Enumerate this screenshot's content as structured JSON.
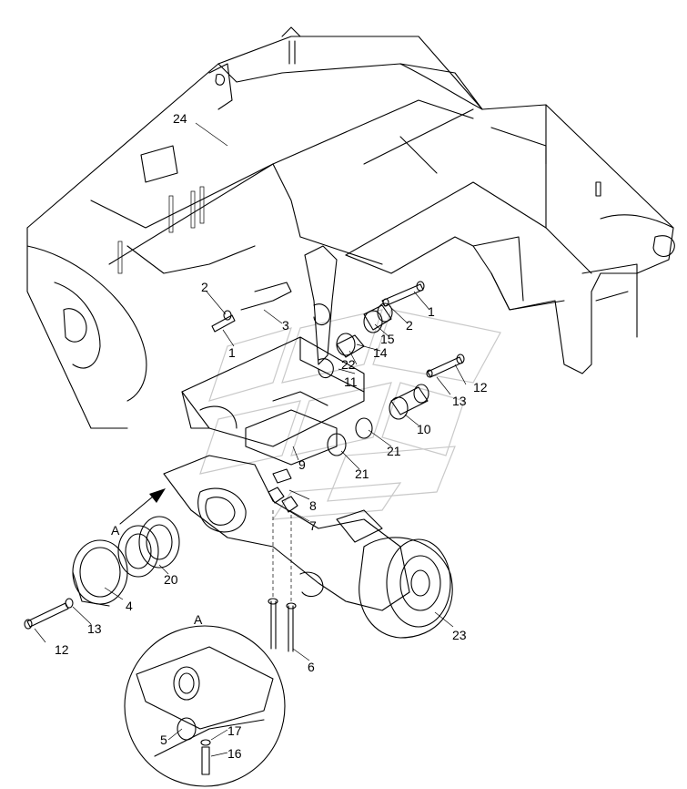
{
  "labels": {
    "l1a": "1",
    "l1b": "1",
    "l2a": "2",
    "l2b": "2",
    "l3": "3",
    "l4": "4",
    "l5": "5",
    "l6": "6",
    "l7": "7",
    "l8": "8",
    "l9": "9",
    "l10": "10",
    "l11": "11",
    "l12a": "12",
    "l12b": "12",
    "l13a": "13",
    "l13b": "13",
    "l14": "14",
    "l15": "15",
    "l16": "16",
    "l17": "17",
    "l20": "20",
    "l21a": "21",
    "l21b": "21",
    "l22": "22",
    "l23": "23",
    "l24": "24",
    "view_a_arrow": "A",
    "view_a_detail": "A"
  }
}
